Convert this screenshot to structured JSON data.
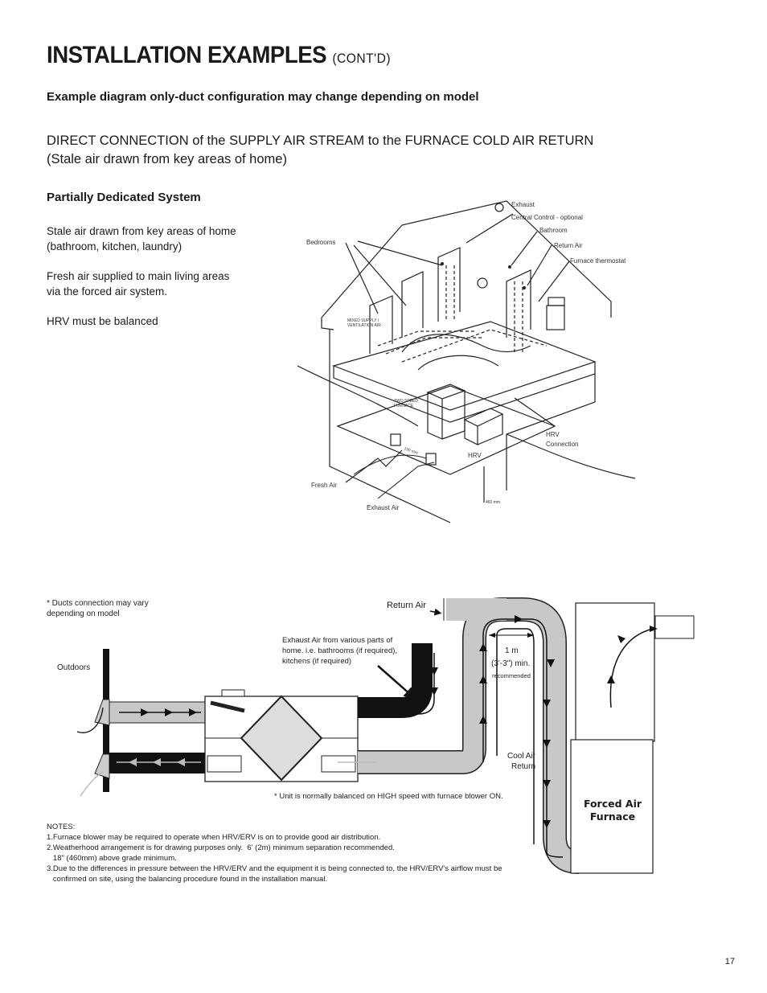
{
  "header": {
    "title": "INSTALLATION EXAMPLES",
    "title_suffix": "(CONT'D)"
  },
  "subheading": "Example diagram only-duct configuration may change depending on model",
  "direct_connection": {
    "line1": "DIRECT CONNECTION of the SUPPLY AIR STREAM to the FURNACE COLD AIR RETURN",
    "line2": "(Stale air drawn from key areas of home)"
  },
  "section_title": "Partially Dedicated System",
  "paragraphs": [
    "Stale air drawn from key areas of home (bathroom, kitchen, laundry)",
    "Fresh air supplied to main living areas via the forced air system.",
    "HRV must be balanced"
  ],
  "house_labels": {
    "exhaust": "Exhaust",
    "central_control": "Central Control - optional",
    "bathroom": "Bathroom",
    "return_air": "Return Air",
    "furnace_thermostat": "Furnace thermostat",
    "bedrooms": "Bedrooms",
    "mixed_supply": "MIXED SUPPLY / VENTILATION AIR",
    "two_speed": "TWO SPEED FURNACE",
    "hrv_connection": "HRV Connection",
    "hrv": "HRV",
    "fresh_air": "Fresh Air",
    "exhaust_air": "Exhaust Air",
    "dim_150": "150 mm",
    "dim_460": "460 mm"
  },
  "schematic": {
    "ducts_note": "* Ducts connection may vary depending on model",
    "return_air": "Return Air",
    "exhaust_note": "Exhaust Air from various parts of home. i.e. bathrooms (if required), kitchens (if required)",
    "outdoors": "Outdoors",
    "one_m": "1 m",
    "one_m_ft": "(3'-3\") min.",
    "recommended": "recommended",
    "cool_air_return": "Cool Air Return",
    "furnace": "Forced Air Furnace",
    "balanced_note": "* Unit is normally balanced on HIGH speed with furnace blower ON."
  },
  "notes": {
    "title": "NOTES:",
    "items": [
      "1.Furnace blower may be required to operate when HRV/ERV is on to provide good air distribution.",
      "2.Weatherhood arrangement is for drawing purposes only.  6' (2m) minimum separation recommended.",
      "   18\" (460mm) above grade minimum.",
      "3.Due to the differences in pressure between the HRV/ERV and the equipment it is being connected to, the HRV/ERV's airflow must be",
      "   confirmed on site, using the balancing procedure found in the installation manual."
    ]
  },
  "page_number": "17"
}
